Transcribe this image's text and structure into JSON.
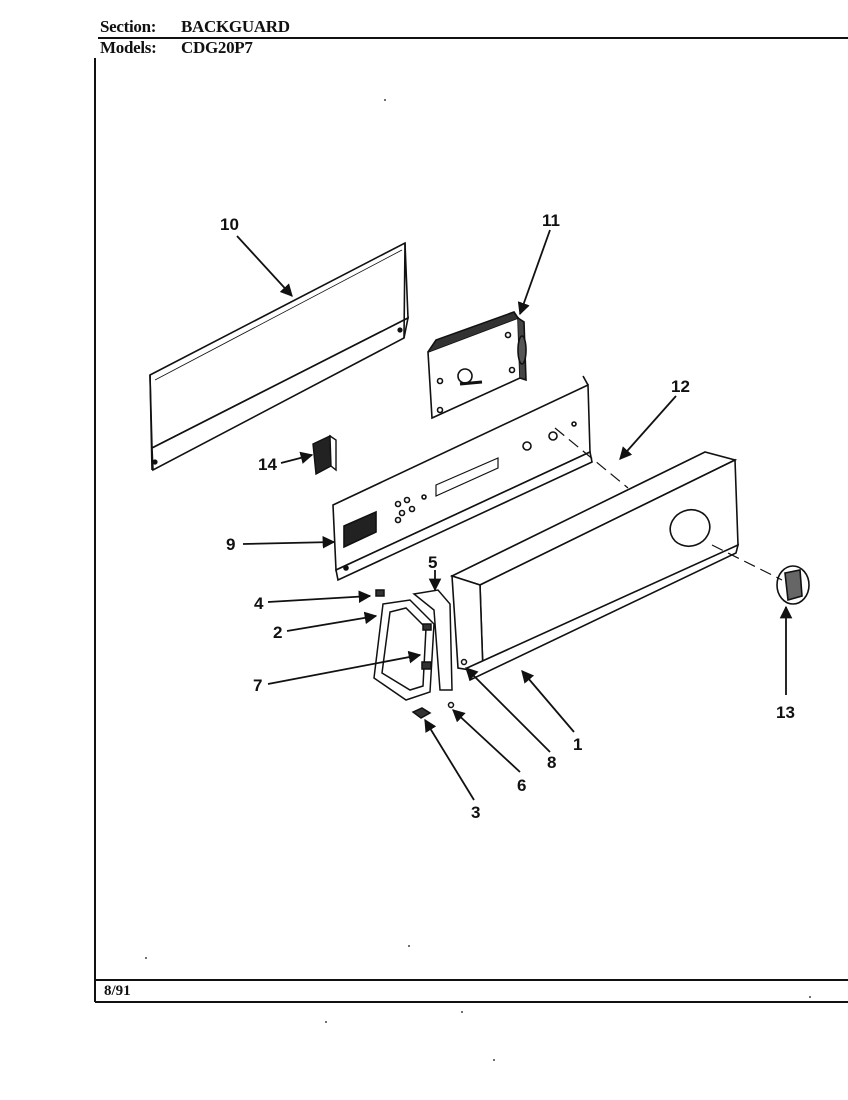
{
  "header": {
    "section_label": "Section:",
    "section_value": "BACKGUARD",
    "models_label": "Models:",
    "models_value": "CDG20P7"
  },
  "footer": {
    "date": "8/91"
  },
  "callouts": [
    {
      "id": "c1",
      "label": "1"
    },
    {
      "id": "c2",
      "label": "2"
    },
    {
      "id": "c3",
      "label": "3"
    },
    {
      "id": "c4",
      "label": "4"
    },
    {
      "id": "c5",
      "label": "5"
    },
    {
      "id": "c6",
      "label": "6"
    },
    {
      "id": "c7",
      "label": "7"
    },
    {
      "id": "c8",
      "label": "8"
    },
    {
      "id": "c9",
      "label": "9"
    },
    {
      "id": "c10",
      "label": "10"
    },
    {
      "id": "c11",
      "label": "11"
    },
    {
      "id": "c12",
      "label": "12"
    },
    {
      "id": "c13",
      "label": "13"
    },
    {
      "id": "c14",
      "label": "14"
    }
  ]
}
